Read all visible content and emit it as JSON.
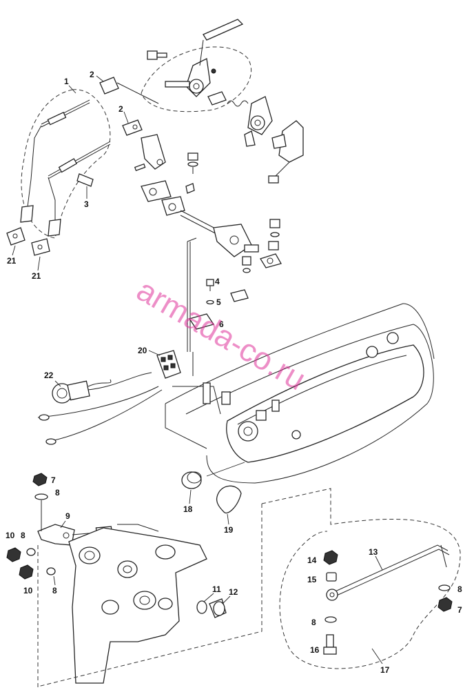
{
  "callouts": {
    "c1": "1",
    "c2a": "2",
    "c2b": "2",
    "c3": "3",
    "c4": "4",
    "c5": "5",
    "c6": "6",
    "c7a": "7",
    "c7b": "7",
    "c8a": "8",
    "c8b": "8",
    "c8c": "8",
    "c8d": "8",
    "c8e": "8",
    "c9": "9",
    "c10a": "10",
    "c10b": "10",
    "c11": "11",
    "c12": "12",
    "c13": "13",
    "c14": "14",
    "c15": "15",
    "c16": "16",
    "c17": "17",
    "c18": "18",
    "c19": "19",
    "c20": "20",
    "c21a": "21",
    "c21b": "21",
    "c22": "22"
  },
  "watermark": "armada-co.ru",
  "colors": {
    "watermark": "#e0339a",
    "line": "#222222"
  }
}
